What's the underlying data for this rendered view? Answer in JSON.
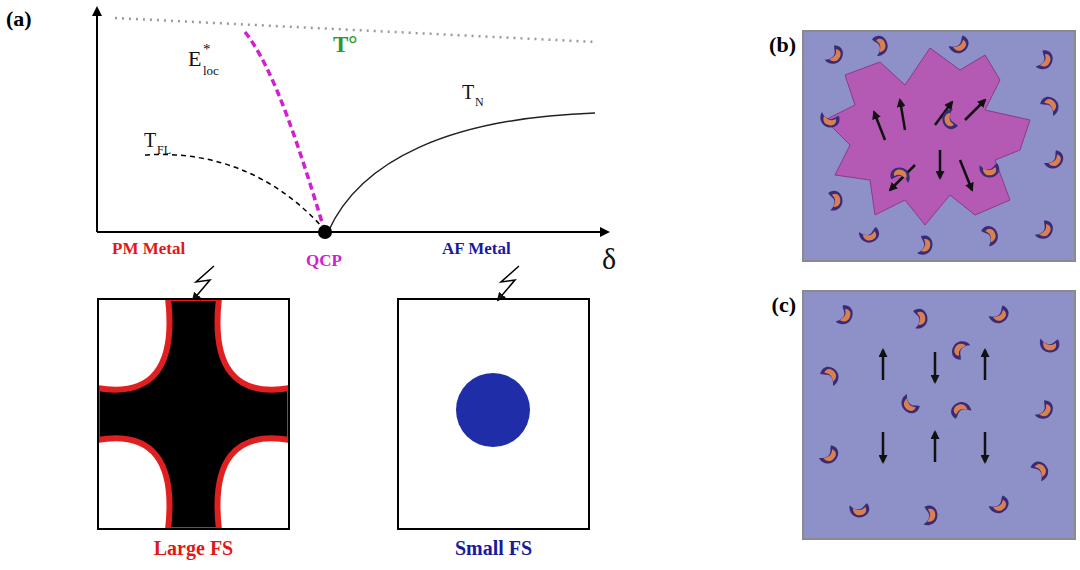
{
  "diagram": {
    "nodes": [
      {
        "text": [
          "Large FS"
        ]
      },
      {
        "text": [
          "Small FS"
        ]
      },
      {
        "text": [
          "(b)"
        ]
      },
      {
        "text": [
          "(c)"
        ]
      }
    ],
    "labels": [
      "(a)",
      "T°",
      "E",
      "*",
      "loc",
      "T",
      "FL",
      "T",
      "N",
      "PM Metal",
      "AF Metal",
      "QCP",
      "δ"
    ]
  }
}
